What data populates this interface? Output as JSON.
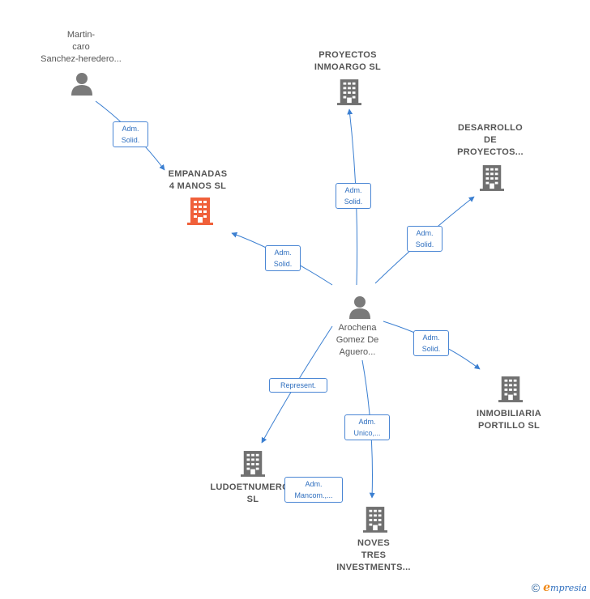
{
  "colors": {
    "edge": "#3b7fd1",
    "person": "#7a7a7a",
    "company": "#707070",
    "highlight": "#f0603a"
  },
  "nodes": {
    "martin": {
      "icon": "person-icon",
      "lines": [
        "Martin-",
        "caro",
        "Sanchez-heredero..."
      ]
    },
    "empanadas": {
      "icon": "building-icon",
      "lines": [
        "EMPANADAS",
        "4 MANOS  SL"
      ]
    },
    "proyectos_inmoargo": {
      "icon": "building-icon",
      "lines": [
        "PROYECTOS",
        "INMOARGO SL"
      ]
    },
    "desarrollo": {
      "icon": "building-icon",
      "lines": [
        "DESARROLLO",
        "DE",
        "PROYECTOS..."
      ]
    },
    "arochena": {
      "icon": "person-icon",
      "lines": [
        "Arochena",
        "Gomez De",
        "Aguero..."
      ]
    },
    "inmobiliaria": {
      "icon": "building-icon",
      "lines": [
        "INMOBILIARIA",
        "PORTILLO SL"
      ]
    },
    "ludoetnumeros": {
      "icon": "building-icon",
      "lines": [
        "LUDOETNUMEROS",
        "SL"
      ]
    },
    "noves": {
      "icon": "building-icon",
      "lines": [
        "NOVES",
        "TRES",
        "INVESTMENTS..."
      ]
    }
  },
  "edges": {
    "e1": [
      "Adm.",
      "Solid."
    ],
    "e2": [
      "Adm.",
      "Solid."
    ],
    "e3": [
      "Adm.",
      "Solid."
    ],
    "e4": [
      "Adm.",
      "Solid."
    ],
    "e5": [
      "Adm.",
      "Solid."
    ],
    "e6": [
      "Represent."
    ],
    "e7": [
      "Adm.",
      "Unico,..."
    ],
    "e8": [
      "Adm.",
      "Mancom.,..."
    ]
  },
  "footer": {
    "copyright": "©",
    "brand_initial": "e",
    "brand_rest": "mpresia"
  }
}
